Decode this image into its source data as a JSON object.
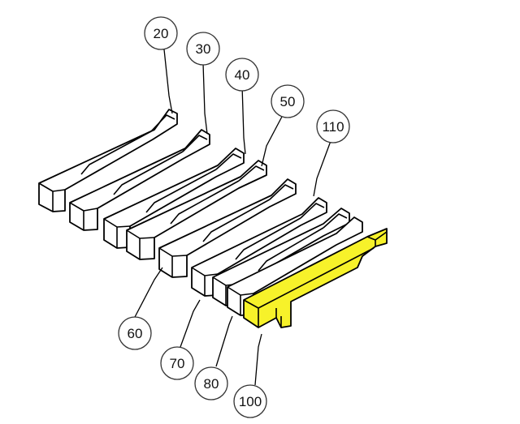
{
  "diagram": {
    "callouts": [
      {
        "id": "c20",
        "label": "20"
      },
      {
        "id": "c30",
        "label": "30"
      },
      {
        "id": "c40",
        "label": "40"
      },
      {
        "id": "c50",
        "label": "50"
      },
      {
        "id": "c110",
        "label": "110"
      },
      {
        "id": "c60",
        "label": "60"
      },
      {
        "id": "c70",
        "label": "70"
      },
      {
        "id": "c80",
        "label": "80"
      },
      {
        "id": "c100",
        "label": "100"
      }
    ],
    "highlight_color": "#f7f22a",
    "line_color": "#000000"
  }
}
